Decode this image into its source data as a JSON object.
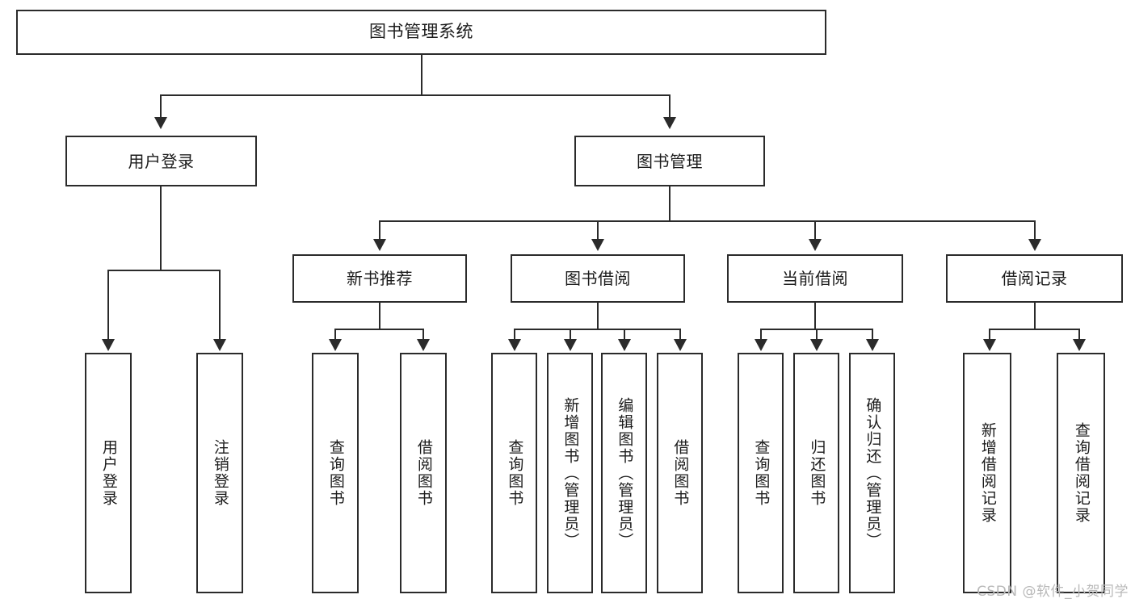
{
  "diagram": {
    "title": "图书管理系统",
    "watermark": "CSDN @软件_小贺同学",
    "levels": {
      "level1": {
        "label": "图书管理系统"
      },
      "level2": [
        {
          "id": "user-login",
          "label": "用户登录"
        },
        {
          "id": "book-manage",
          "label": "图书管理"
        }
      ],
      "level3": [
        {
          "id": "new-book-rec",
          "label": "新书推荐"
        },
        {
          "id": "book-borrow",
          "label": "图书借阅"
        },
        {
          "id": "current-borrow",
          "label": "当前借阅"
        },
        {
          "id": "borrow-record",
          "label": "借阅记录"
        }
      ],
      "leaves": {
        "user_login": [
          {
            "id": "leaf-user-login",
            "label": "用户登录"
          },
          {
            "id": "leaf-user-logout",
            "label": "注销登录"
          }
        ],
        "new_book_rec": [
          {
            "id": "leaf-query-book-1",
            "label": "查询图书"
          },
          {
            "id": "leaf-borrow-book-1",
            "label": "借阅图书"
          }
        ],
        "book_borrow": [
          {
            "id": "leaf-query-book-2",
            "label": "查询图书"
          },
          {
            "id": "leaf-add-book",
            "label": "新增图书（管理员）"
          },
          {
            "id": "leaf-edit-book",
            "label": "编辑图书（管理员）"
          },
          {
            "id": "leaf-borrow-book-2",
            "label": "借阅图书"
          }
        ],
        "current_borrow": [
          {
            "id": "leaf-query-book-3",
            "label": "查询图书"
          },
          {
            "id": "leaf-return-book",
            "label": "归还图书"
          },
          {
            "id": "leaf-confirm-return",
            "label": "确认归还（管理员）"
          }
        ],
        "borrow_record": [
          {
            "id": "leaf-add-record",
            "label": "新增借阅记录"
          },
          {
            "id": "leaf-query-record",
            "label": "查询借阅记录"
          }
        ]
      }
    },
    "colors": {
      "stroke": "#2b2b2b",
      "fill": "#ffffff",
      "text": "#1c1c1c",
      "watermark": "#b9b9b9"
    }
  }
}
